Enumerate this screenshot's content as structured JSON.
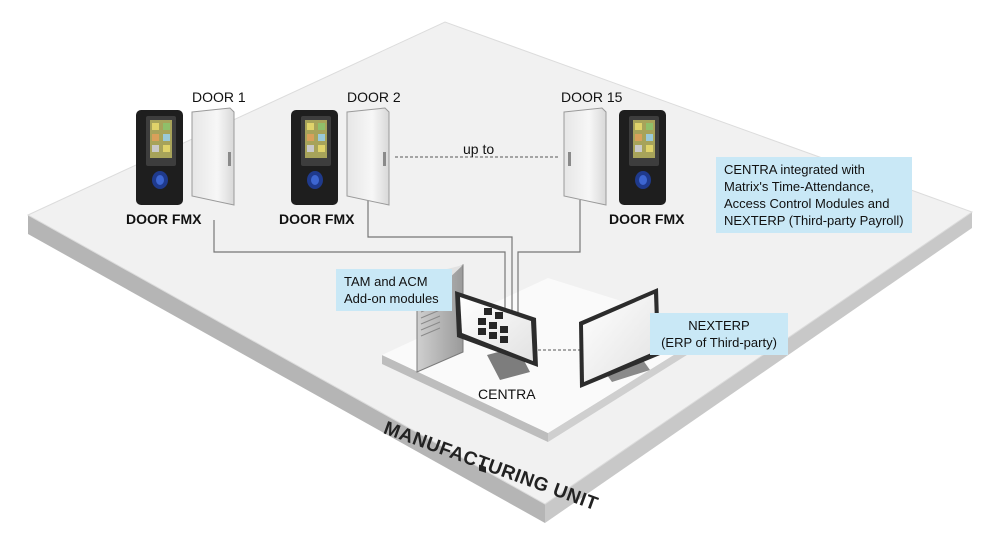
{
  "doors": [
    {
      "name": "DOOR 1",
      "device": "DOOR FMX"
    },
    {
      "name": "DOOR 2",
      "device": "DOOR FMX"
    },
    {
      "name": "DOOR 15",
      "device": "DOOR FMX"
    }
  ],
  "connector_label": "up to",
  "server_label": "CENTRA",
  "modules_callout": [
    "TAM and ACM",
    "Add-on modules"
  ],
  "erp_callout": [
    "NEXTERP",
    "(ERP of Third-party)"
  ],
  "integration_callout": [
    "CENTRA integrated with",
    "Matrix's Time-Attendance,",
    "Access Control Modules and",
    "NEXTERP (Third-party Payroll)"
  ],
  "floor_label": "MANUFACTURING UNIT",
  "colors": {
    "callout_bg": "#c9e8f6",
    "floor_top": "#f1f1f1",
    "floor_side": "#b5b5b5"
  }
}
